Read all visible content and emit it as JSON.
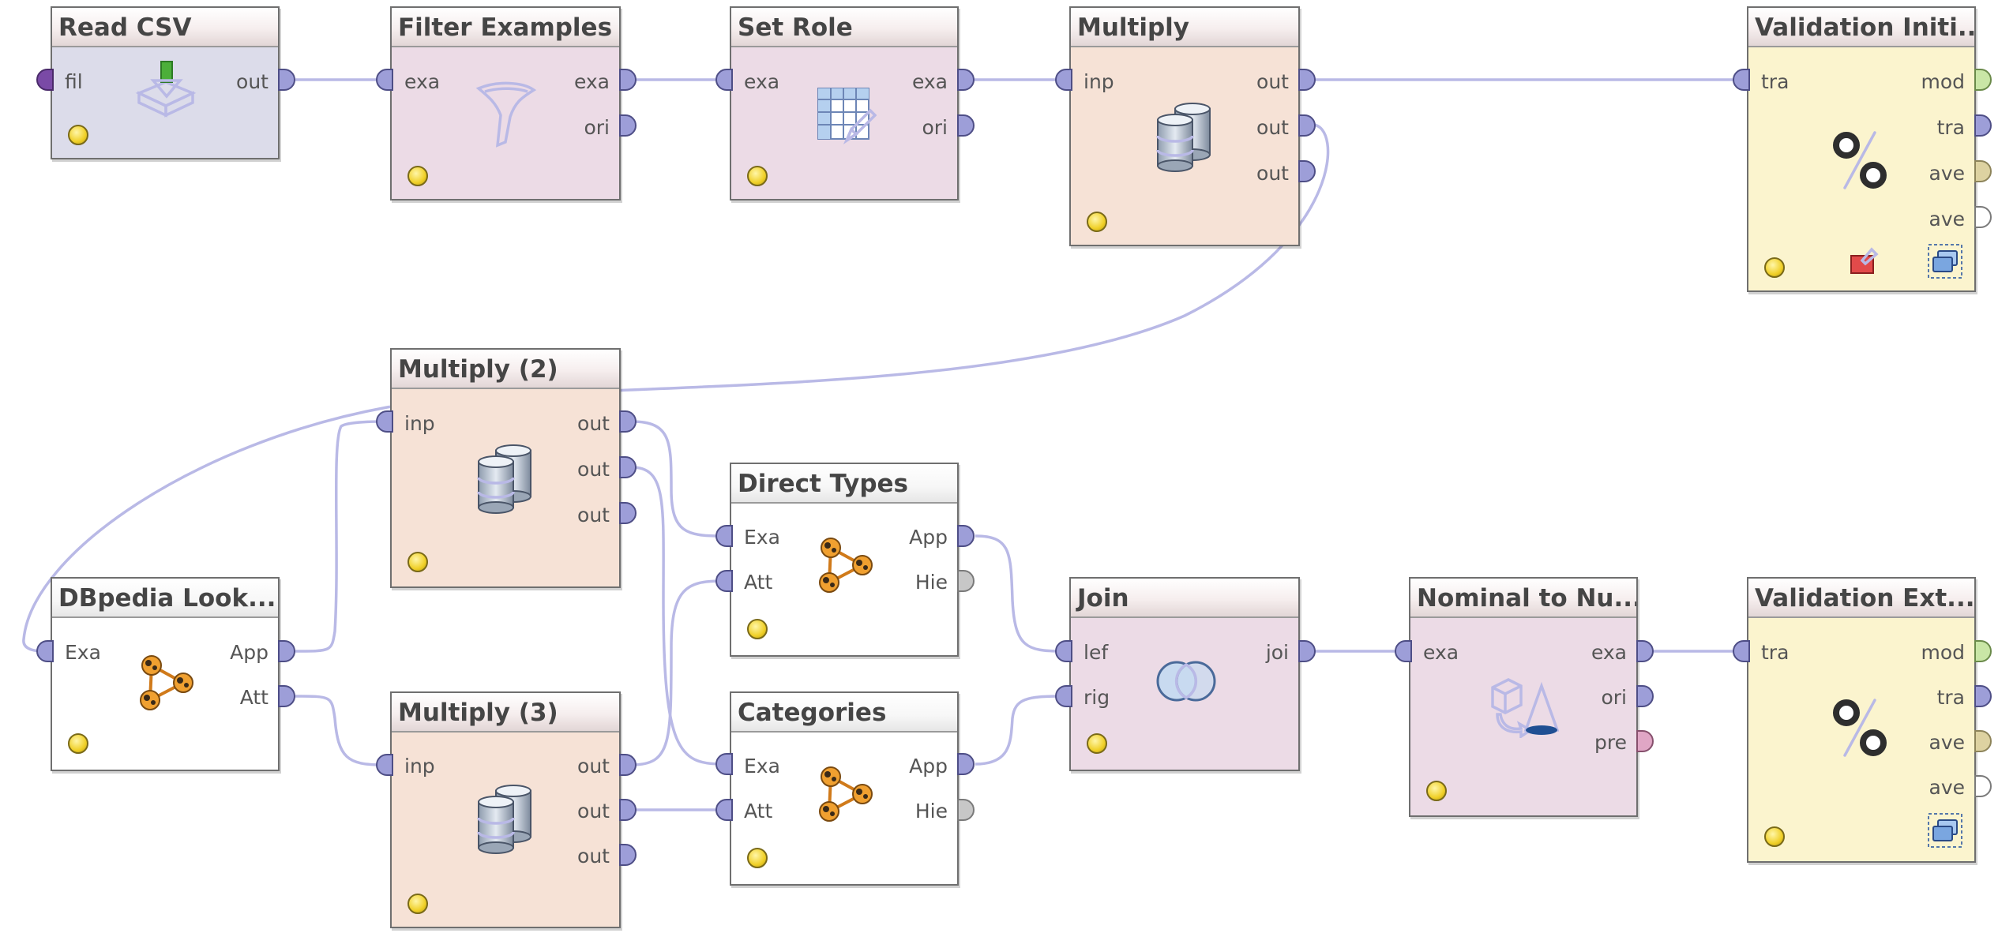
{
  "operators": {
    "read_csv": {
      "title": "Read CSV",
      "inputs": [
        "fil"
      ],
      "outputs": [
        "out"
      ]
    },
    "filter_examples": {
      "title": "Filter Examples",
      "inputs": [
        "exa"
      ],
      "outputs": [
        "exa",
        "ori"
      ]
    },
    "set_role": {
      "title": "Set Role",
      "inputs": [
        "exa"
      ],
      "outputs": [
        "exa",
        "ori"
      ]
    },
    "multiply": {
      "title": "Multiply",
      "inputs": [
        "inp"
      ],
      "outputs": [
        "out",
        "out",
        "out"
      ]
    },
    "validation_initial": {
      "title": "Validation Initi...",
      "inputs": [
        "tra"
      ],
      "outputs": [
        "mod",
        "tra",
        "ave",
        "ave"
      ]
    },
    "multiply_2": {
      "title": "Multiply (2)",
      "inputs": [
        "inp"
      ],
      "outputs": [
        "out",
        "out",
        "out"
      ]
    },
    "direct_types": {
      "title": "Direct Types",
      "inputs": [
        "Exa",
        "Att"
      ],
      "outputs": [
        "App",
        "Hie"
      ]
    },
    "dbpedia_lookup": {
      "title": "DBpedia Look...",
      "inputs": [
        "Exa"
      ],
      "outputs": [
        "App",
        "Att"
      ]
    },
    "join": {
      "title": "Join",
      "inputs": [
        "lef",
        "rig"
      ],
      "outputs": [
        "joi"
      ]
    },
    "nominal_to_numerical": {
      "title": "Nominal to Nu...",
      "inputs": [
        "exa"
      ],
      "outputs": [
        "exa",
        "ori",
        "pre"
      ]
    },
    "validation_extended": {
      "title": "Validation Ext...",
      "inputs": [
        "tra"
      ],
      "outputs": [
        "mod",
        "tra",
        "ave",
        "ave"
      ]
    },
    "multiply_3": {
      "title": "Multiply (3)",
      "inputs": [
        "inp"
      ],
      "outputs": [
        "out",
        "out",
        "out"
      ]
    },
    "categories": {
      "title": "Categories",
      "inputs": [
        "Exa",
        "Att"
      ],
      "outputs": [
        "App",
        "Hie"
      ]
    }
  },
  "colors": {
    "wire": "#b9b9e6",
    "data_lavender": "#dcdcea",
    "data_pink": "#ecdbe6",
    "utility_peach": "#f6e2d6",
    "validation_yellow": "#fbf4ce",
    "extension_white": "#ffffff",
    "status_light": "#f0d028"
  },
  "icons": {
    "read_csv": "download-arrow-icon",
    "filter_examples": "funnel-icon",
    "set_role": "table-pencil-icon",
    "multiply": "database-stack-icon",
    "validation": "percent-icon",
    "dbpedia": "graph-nodes-icon",
    "join": "venn-overlap-icon",
    "nominal_to_numerical": "shapes-convert-icon"
  }
}
